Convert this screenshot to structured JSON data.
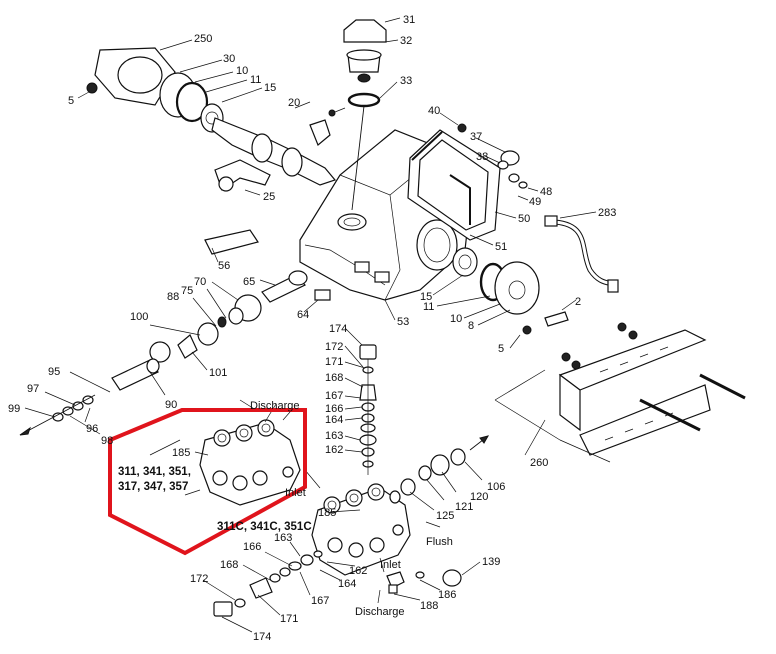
{
  "callouts": {
    "n31": "31",
    "n32": "32",
    "n33": "33",
    "n250": "250",
    "n30": "30",
    "n10a": "10",
    "n11a": "11",
    "n15a": "15",
    "n20": "20",
    "n5a": "5",
    "n40": "40",
    "n37": "37",
    "n38": "38",
    "n48": "48",
    "n49": "49",
    "n50": "50",
    "n51": "51",
    "n283": "283",
    "n25": "25",
    "n56": "56",
    "n70": "70",
    "n65": "65",
    "n75": "75",
    "n88": "88",
    "n15b": "15",
    "n11b": "11",
    "n10b": "10",
    "n8": "8",
    "n2": "2",
    "n53": "53",
    "n64": "64",
    "n100": "100",
    "n101": "101",
    "n5b": "5",
    "n174a": "174",
    "n172a": "172",
    "n171a": "171",
    "n168a": "168",
    "n167a": "167",
    "n166a": "166",
    "n164a": "164",
    "n163a": "163",
    "n162a": "162",
    "n95": "95",
    "n97": "97",
    "n99": "99",
    "n96": "96",
    "n98": "98",
    "n90": "90",
    "n185a": "185",
    "n260": "260",
    "n106": "106",
    "n120": "120",
    "n121": "121",
    "n125": "125",
    "n185b": "185",
    "n166b": "166",
    "n163b": "163",
    "n168b": "168",
    "n162b": "162",
    "n164b": "164",
    "n172b": "172",
    "n167b": "167",
    "n171b": "171",
    "n174b": "174",
    "n139": "139",
    "n186": "186",
    "n188": "188"
  },
  "texts": {
    "discharge_top": "Discharge",
    "discharge_bottom": "Discharge",
    "inlet_top": "Inlet",
    "inlet_bottom": "Inlet",
    "flush": "Flush",
    "model_line1": "311, 341, 351,",
    "model_line2": "317, 347, 357",
    "model_c": "311C, 341C, 351C"
  },
  "highlight": {
    "color": "#e0141c"
  }
}
